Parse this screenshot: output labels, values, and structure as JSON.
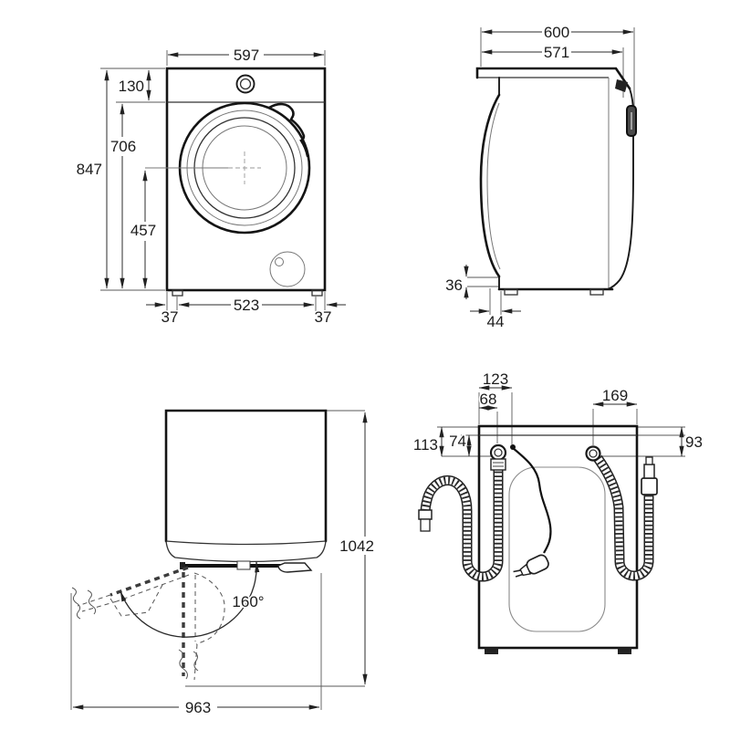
{
  "front_view": {
    "width": "597",
    "top_offset": "130",
    "door_center_from_top": "706",
    "height": "847",
    "door_center_from_bottom": "457",
    "feet_span": "523",
    "foot_offset_left": "37",
    "foot_offset_right": "37"
  },
  "side_view": {
    "depth_total": "600",
    "top_depth": "571",
    "base_recess": "36",
    "door_protrusion": "44"
  },
  "open_view": {
    "depth_door_open": "1042",
    "opening_angle": "160°",
    "width_door_open": "963"
  },
  "rear_view": {
    "cord_offset": "123",
    "drain_offset": "68",
    "inlet_offset": "169",
    "drain_drop": "113",
    "drain_drop_from_edge": "74",
    "inlet_drop": "93"
  },
  "colors": {
    "line": "#1a1a1a",
    "dimension": "#2b2b2b",
    "background": "#ffffff"
  }
}
